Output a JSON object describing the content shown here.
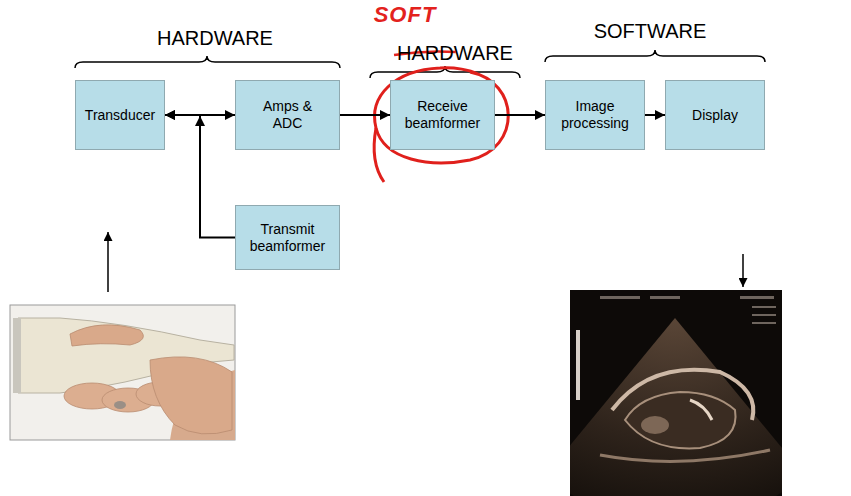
{
  "diagram": {
    "nodes": [
      {
        "text": [
          "Transducer"
        ]
      },
      {
        "text": [
          "Amps & ADC"
        ]
      },
      {
        "text": [
          "Receive beamformer"
        ]
      },
      {
        "text": [
          "Image processing"
        ]
      },
      {
        "text": [
          "Display"
        ]
      },
      {
        "text": [
          "Transmit beamformer"
        ]
      }
    ],
    "edges": [
      {
        "from": 0,
        "to": 1,
        "arrow": "both"
      },
      {
        "from": 5,
        "to": 0,
        "arrow": "to"
      },
      {
        "from": 1,
        "to": 2,
        "arrow": "to"
      },
      {
        "from": 2,
        "to": 3,
        "arrow": "to"
      },
      {
        "from": 3,
        "to": 4,
        "arrow": "to"
      }
    ],
    "labels": [
      "HARDWARE",
      "SOFT",
      "HARDWARE",
      "SOFTWARE"
    ]
  }
}
